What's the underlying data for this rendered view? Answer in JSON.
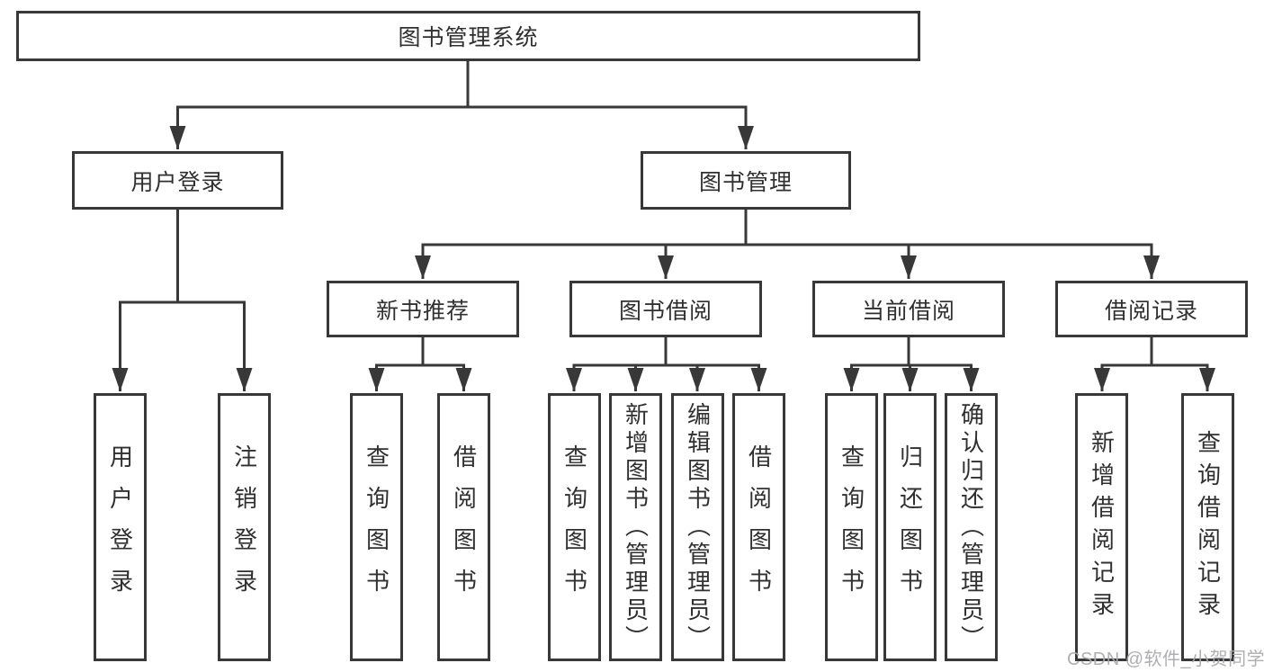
{
  "nodes": {
    "root": "图书管理系统",
    "level2": [
      "用户登录",
      "图书管理"
    ],
    "level3": [
      "新书推荐",
      "图书借阅",
      "当前借阅",
      "借阅记录"
    ],
    "leaves_user": [
      "用户登录",
      "注销登录"
    ],
    "leaves_newbook": [
      "查询图书",
      "借阅图书"
    ],
    "leaves_borrow": [
      "查询图书",
      "新增图书（管理员）",
      "编辑图书（管理员）",
      "借阅图书"
    ],
    "leaves_current": [
      "查询图书",
      "归还图书",
      "确认归还（管理员）"
    ],
    "leaves_record": [
      "新增借阅记录",
      "查询借阅记录"
    ]
  },
  "watermark": "CSDN @软件_小贺同学",
  "colors": {
    "line": "#383838",
    "text": "#303030",
    "background": "#ffffff",
    "watermark": "#abaaae"
  }
}
